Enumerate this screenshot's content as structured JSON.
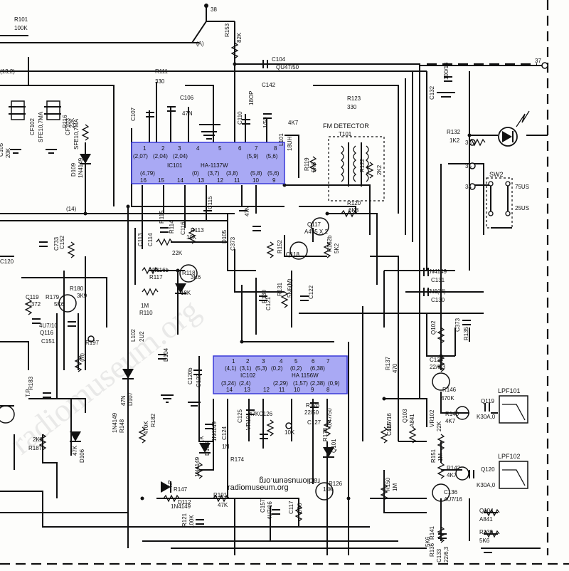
{
  "watermark": {
    "text": "radiomuseum.org",
    "mirrored": "radiomuseum.org"
  },
  "ic101": {
    "ref": "IC101",
    "part": "HA-1137W",
    "top_pins": [
      "1",
      "2",
      "3",
      "4",
      "5",
      "6",
      "7",
      "8"
    ],
    "bottom_pins": [
      "16",
      "15",
      "14",
      "13",
      "12",
      "11",
      "10",
      "9"
    ],
    "top_volts": [
      "(2,07)",
      "(2,04)",
      "(2,04)",
      "(5,9)",
      "(5,6)"
    ],
    "bottom_volts": [
      "(4,79)",
      "(0)",
      "(3,7)",
      "(3,8)",
      "(5,8)",
      "(5,6)"
    ]
  },
  "ic102": {
    "ref": "IC102",
    "part": "HA 1156W",
    "top_pins": [
      "1",
      "2",
      "3",
      "4",
      "5",
      "6",
      "7"
    ],
    "bottom_pins": [
      "14",
      "13",
      "12",
      "11",
      "10",
      "9",
      "8"
    ],
    "top_volts": [
      "(4,1)",
      "(3,1)",
      "(5,3)",
      "(0,2)",
      "(0,2)",
      "(6,38)"
    ],
    "bottom_volts": [
      "(3,24)",
      "(2,4)",
      "(2,29)",
      "(1,57)",
      "(2,38)",
      "(0,9)"
    ]
  },
  "fm_detector": {
    "label": "FM DETECTOR",
    "ref": "T101"
  },
  "nodes": [
    "38",
    "37",
    "36",
    "35",
    "34",
    "(14)",
    "(A)"
  ],
  "switch": {
    "ref": "SW2",
    "opt1": "75US",
    "opt2": "25US"
  },
  "lpf": [
    "LPF101",
    "LPF102"
  ],
  "components": [
    "R101",
    "100K",
    "(13,2)",
    "C107",
    "R111",
    "330",
    "C106",
    "47N",
    "R153",
    "82K",
    "C104",
    "QU47/50",
    "R123",
    "330",
    "C110",
    "18OP",
    "1/50",
    "C132",
    "100/16",
    "R132",
    "1K2",
    "CF102",
    "SFE10,7MA",
    "CF103",
    "SFE10,7MA",
    "C105",
    "20K",
    "R116",
    "22K",
    "D109",
    "1N4149",
    "L101",
    "18UH",
    "R119",
    "5K6",
    "R122",
    "2K2",
    "R120",
    "6K8",
    "Q117",
    "A495 X 2",
    "Q118",
    "R152",
    "R152b",
    "5K2",
    "C113",
    "C114",
    "C115",
    "47N",
    "C116",
    "R113",
    "10K",
    "R115",
    "R114",
    "R116b",
    "R117",
    "22K",
    "R118",
    "3K6",
    "D105",
    "C373",
    "L102",
    "2U2",
    "C120",
    "C119",
    "C372",
    "R179",
    "5K6",
    "Q116",
    "C733",
    "C152",
    "R180",
    "3K9",
    "4U7/10",
    "C151",
    "(M)",
    "R197",
    "T.P",
    "R183",
    "2K2",
    "R187",
    "47K",
    "D106",
    "1N4149",
    "C131",
    "5N6(M)",
    "C130",
    "5N6(M)",
    "R131",
    "R130",
    "C121",
    "C122",
    "1M",
    "R110",
    "18K",
    "D104",
    "C120b",
    "C123",
    "47N",
    "D107",
    "1N4149",
    "R148",
    "470K",
    "R182",
    "1K",
    "D108",
    "1N4149",
    "C124",
    "1N",
    "R174",
    "C125",
    "VR101",
    "47K",
    "C126",
    "R176",
    "22/50",
    "C127",
    "0,47/50",
    "R178",
    "10K",
    "Q101",
    "1N4149",
    "T.P",
    "R147",
    "D112",
    "1N4149",
    "R191",
    "47K",
    "R121",
    "100K",
    "C157",
    "4U7/16",
    "C117",
    "1/50",
    "R126",
    "10K",
    "Q102",
    "C373",
    "R135",
    "C134",
    "22/6,3",
    "R137",
    "470",
    "R146",
    "470K",
    "Q103",
    "A841",
    "VR102",
    "22K",
    "R140",
    "4K7",
    "Q119",
    "K30A,0",
    "C135",
    "4U7/16",
    "R150",
    "1M",
    "R151",
    "1M",
    "R142",
    "4K7",
    "Q120",
    "K30A,0",
    "C136",
    "4U7/16",
    "Q104",
    "A841",
    "R139",
    "5K6",
    "R141",
    "5K6",
    "R136",
    "C133",
    "22/6,3",
    "C142",
    "4K7"
  ],
  "colors": {
    "ic_fill": "#a9a9f4",
    "ic_border": "#3a3ad8",
    "wire": "#111111"
  }
}
